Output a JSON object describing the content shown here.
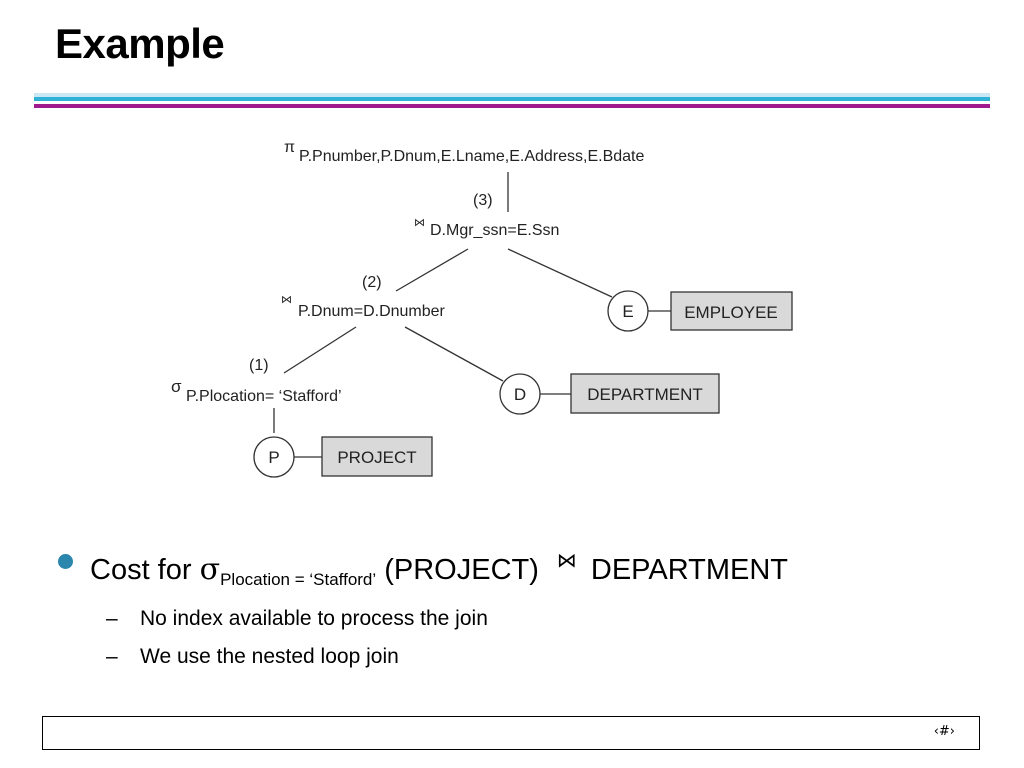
{
  "slide": {
    "title": "Example"
  },
  "tree": {
    "project_op": {
      "symbol": "π",
      "text": "P.Pnumber,P.Dnum,E.Lname,E.Address,E.Bdate"
    },
    "join3": {
      "step": "(3)",
      "symbol": "⋈",
      "text": "D.Mgr_ssn=E.Ssn"
    },
    "join2": {
      "step": "(2)",
      "symbol": "⋈",
      "text": "P.Dnum=D.Dnumber"
    },
    "select1": {
      "step": "(1)",
      "symbol": "σ",
      "text": "P.Plocation= ‘Stafford’"
    },
    "leaves": {
      "p": {
        "alias": "P",
        "relation": "PROJECT"
      },
      "d": {
        "alias": "D",
        "relation": "DEPARTMENT"
      },
      "e": {
        "alias": "E",
        "relation": "EMPLOYEE"
      }
    },
    "colors": {
      "relation_fill": "#d9d9d9",
      "line": "#333333"
    }
  },
  "bullets": {
    "main": {
      "prefix": "Cost for ",
      "sigma": "σ",
      "subscript": "Plocation = ‘Stafford’",
      "middle": " (PROJECT)",
      "join_symbol": "⋈",
      "suffix": "DEPARTMENT"
    },
    "subs": [
      "No index available to process the join",
      "We use the nested loop join"
    ],
    "dash": "–",
    "bullet_color": "#2b86ad"
  },
  "footer": {
    "page_number": "‹#›"
  }
}
